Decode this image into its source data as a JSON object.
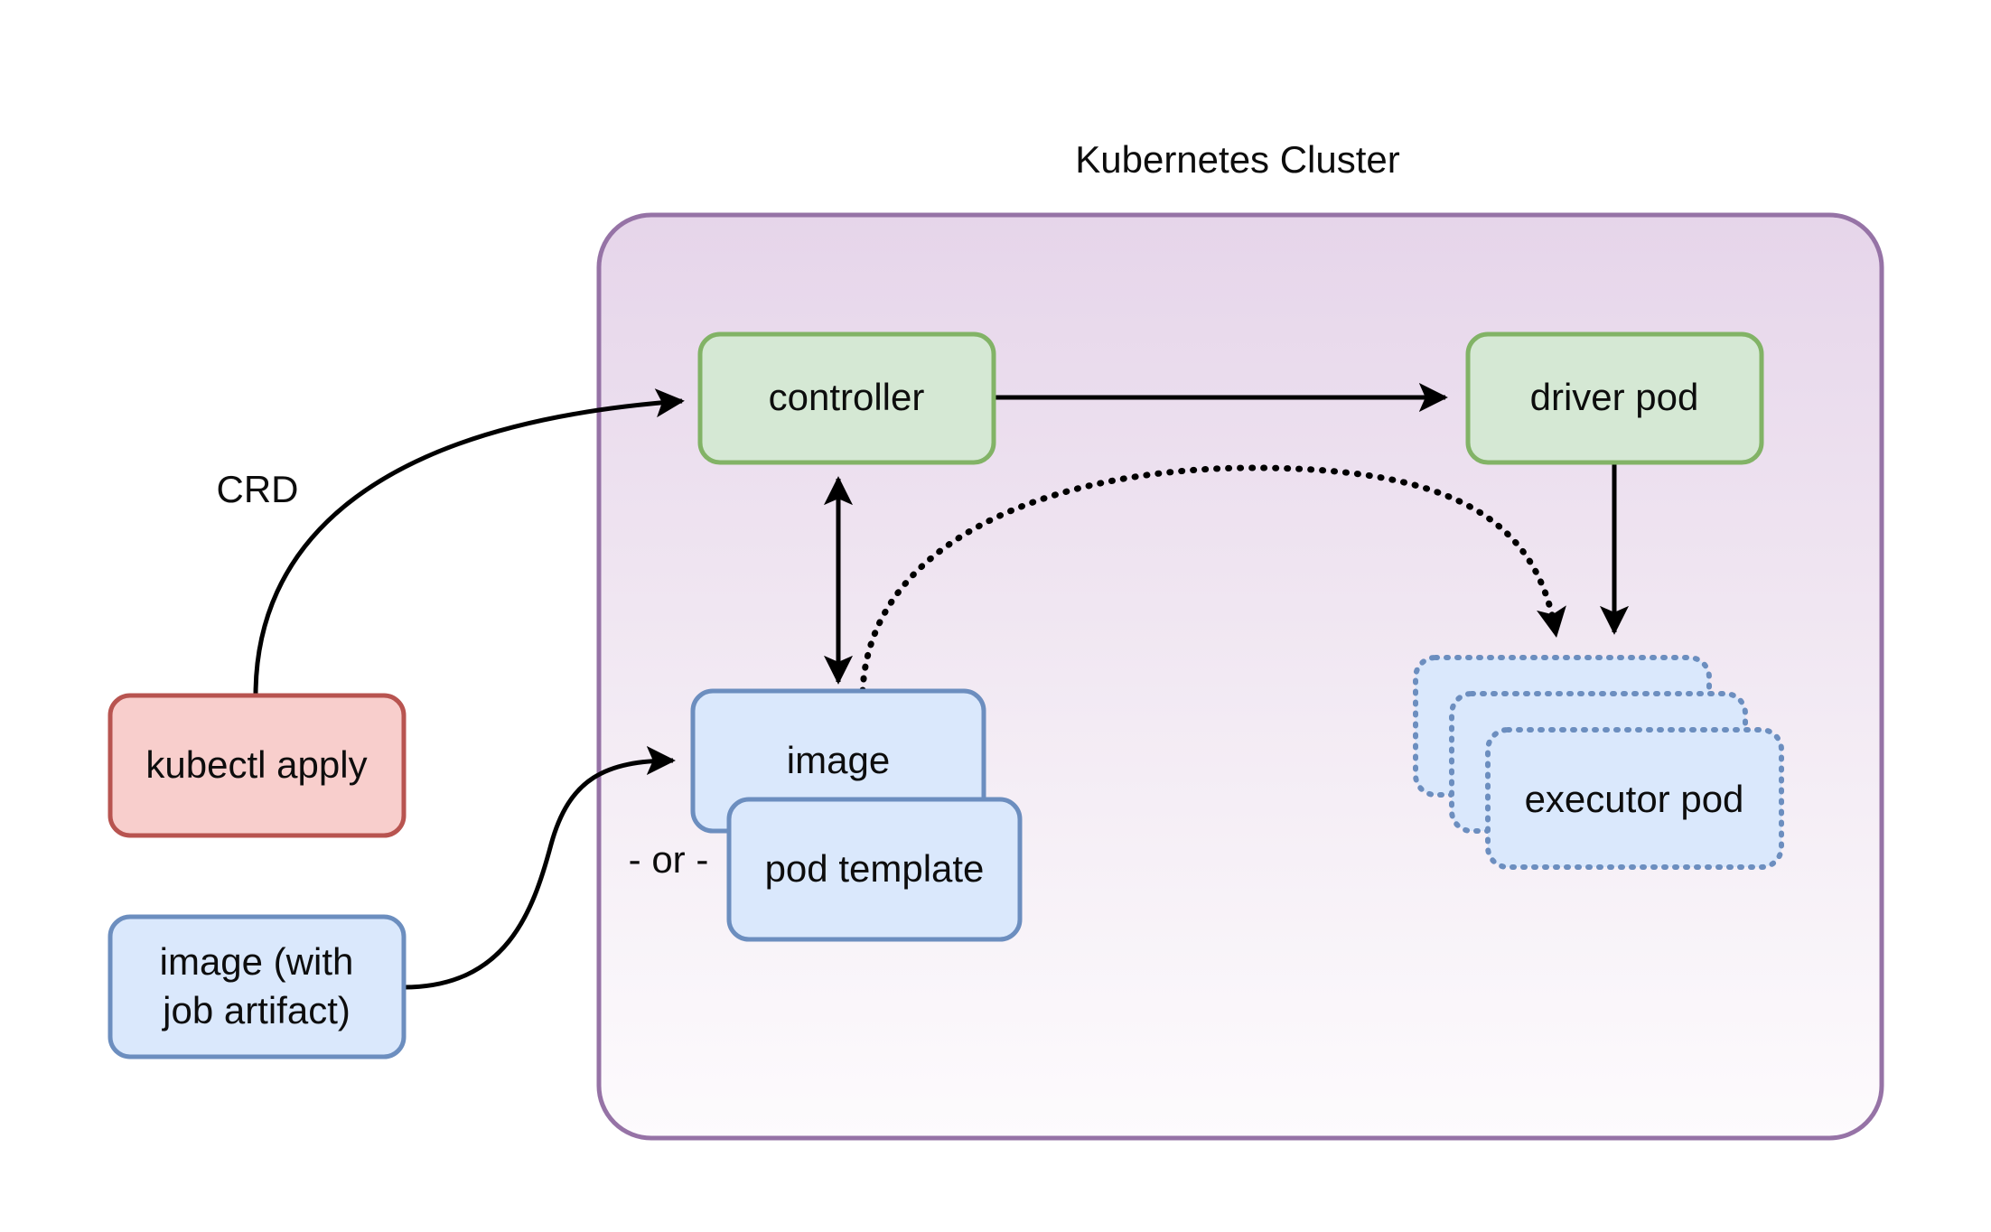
{
  "diagram": {
    "type": "architecture-flow",
    "cluster": {
      "title": "Kubernetes Cluster",
      "border_color": "#9673a6",
      "fill_top": "#e6d5ea",
      "fill_bottom": "#fdfbfd"
    },
    "nodes": [
      {
        "id": "kubectl-apply",
        "label": "kubectl apply",
        "shape": "rounded-rect",
        "fill": "#f8cecc",
        "stroke": "#b85450",
        "inside_cluster": false
      },
      {
        "id": "image-with-job-artifact",
        "label_line1": "image (with",
        "label_line2": "job artifact)",
        "shape": "rounded-rect",
        "fill": "#dae8fc",
        "stroke": "#6c8ebf",
        "inside_cluster": false
      },
      {
        "id": "controller",
        "label": "controller",
        "shape": "rounded-rect",
        "fill": "#d5e8d4",
        "stroke": "#82b366",
        "inside_cluster": true
      },
      {
        "id": "driver-pod",
        "label": "driver pod",
        "shape": "rounded-rect",
        "fill": "#d5e8d4",
        "stroke": "#82b366",
        "inside_cluster": true
      },
      {
        "id": "image",
        "label": "image",
        "shape": "rounded-rect",
        "fill": "#dae8fc",
        "stroke": "#6c8ebf",
        "inside_cluster": true
      },
      {
        "id": "pod-template",
        "label": "pod template",
        "shape": "rounded-rect",
        "fill": "#dae8fc",
        "stroke": "#6c8ebf",
        "inside_cluster": true
      },
      {
        "id": "executor-pod-back",
        "label": "executor pod",
        "shape": "rounded-rect-dotted",
        "fill": "#dae8fc",
        "stroke": "#6c8ebf",
        "inside_cluster": true
      },
      {
        "id": "executor-pod-middle",
        "label": "executor pod",
        "shape": "rounded-rect-dotted",
        "fill": "#dae8fc",
        "stroke": "#6c8ebf",
        "inside_cluster": true
      },
      {
        "id": "executor-pod-front",
        "label": "executor pod",
        "shape": "rounded-rect-dotted",
        "fill": "#dae8fc",
        "stroke": "#6c8ebf",
        "inside_cluster": true
      }
    ],
    "edges": [
      {
        "id": "kubectl-to-controller",
        "from": "kubectl-apply",
        "to": "controller",
        "label": "CRD",
        "style": "solid",
        "arrow": "end"
      },
      {
        "id": "controller-to-driver",
        "from": "controller",
        "to": "driver-pod",
        "label": "",
        "style": "solid",
        "arrow": "end"
      },
      {
        "id": "controller-image-bidirectional",
        "from": "controller",
        "to": "image",
        "label": "",
        "style": "solid",
        "arrow": "both"
      },
      {
        "id": "image-artifact-to-image",
        "from": "image-with-job-artifact",
        "to": "image",
        "label": "- or -",
        "style": "solid",
        "arrow": "end"
      },
      {
        "id": "image-to-executor",
        "from": "image",
        "to": "executor-pod-back",
        "label": "",
        "style": "dotted",
        "arrow": "end"
      },
      {
        "id": "driver-to-executor",
        "from": "driver-pod",
        "to": "executor-pod-back",
        "label": "",
        "style": "solid",
        "arrow": "end"
      }
    ],
    "edge_labels": {
      "crd": "CRD",
      "or": "- or -"
    }
  }
}
